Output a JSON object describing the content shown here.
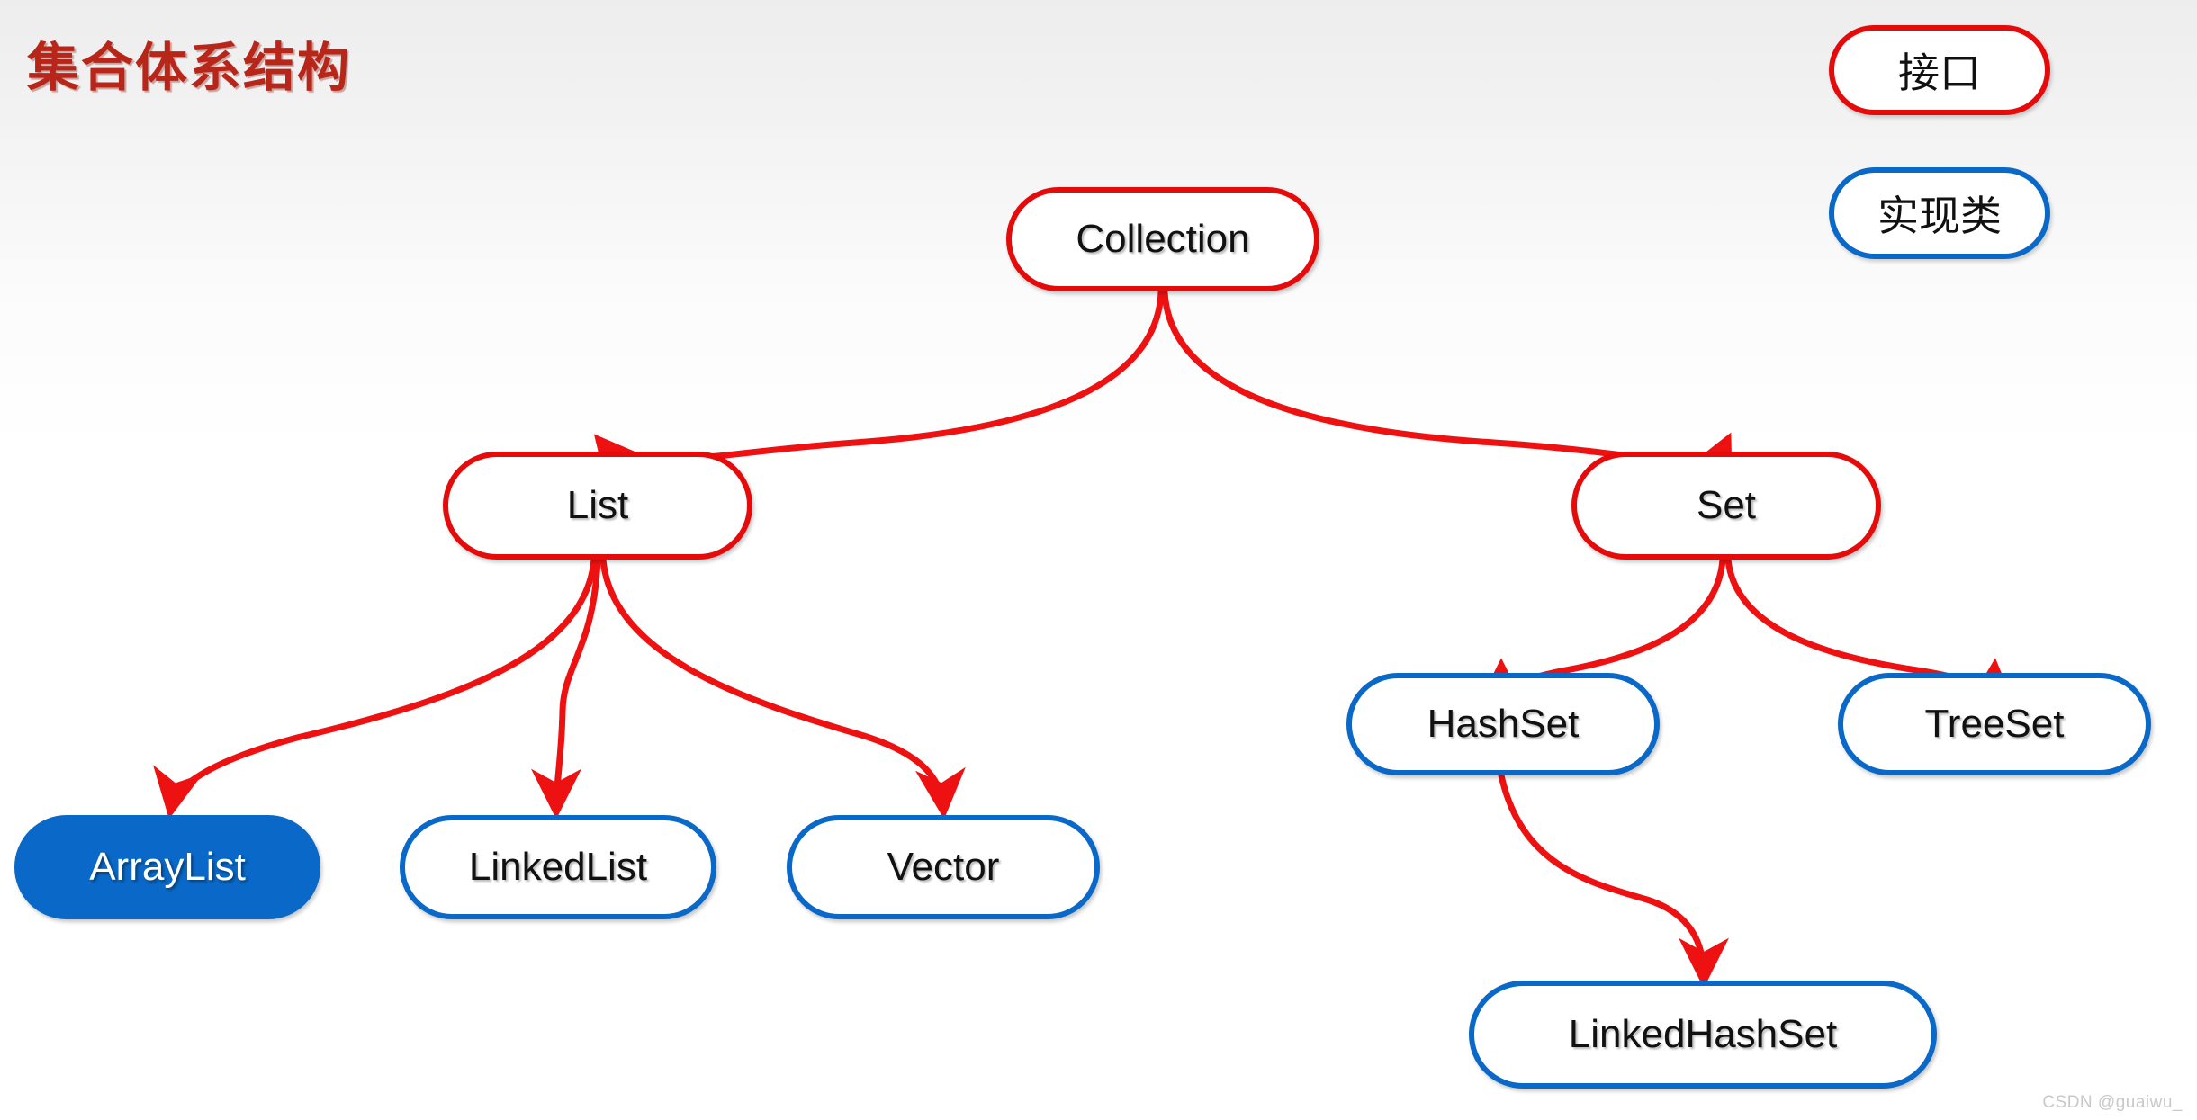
{
  "slide": {
    "title": "集合体系结构",
    "title_color": "#b8261a",
    "watermark": "CSDN @guaiwu_",
    "background": "light gray to white vertical gradient"
  },
  "legend": {
    "items": [
      {
        "label": "接口",
        "kind": "interface",
        "color": "#e50b0b"
      },
      {
        "label": "实现类",
        "kind": "implementation",
        "color": "#0a69c8"
      }
    ]
  },
  "colors": {
    "interface_border": "#e50b0b",
    "implementation_border": "#0a69c8",
    "highlight_fill": "#0a69c8",
    "arrow": "#ee1111",
    "node_text": "#111111",
    "highlight_text": "#ffffff"
  },
  "diagram": {
    "nodes": [
      {
        "id": "collection",
        "label": "Collection",
        "kind": "interface",
        "highlighted": false
      },
      {
        "id": "list",
        "label": "List",
        "kind": "interface",
        "highlighted": false
      },
      {
        "id": "set",
        "label": "Set",
        "kind": "interface",
        "highlighted": false
      },
      {
        "id": "arraylist",
        "label": "ArrayList",
        "kind": "implementation",
        "highlighted": true
      },
      {
        "id": "linkedlist",
        "label": "LinkedList",
        "kind": "implementation",
        "highlighted": false
      },
      {
        "id": "vector",
        "label": "Vector",
        "kind": "implementation",
        "highlighted": false
      },
      {
        "id": "hashset",
        "label": "HashSet",
        "kind": "implementation",
        "highlighted": false
      },
      {
        "id": "treeset",
        "label": "TreeSet",
        "kind": "implementation",
        "highlighted": false
      },
      {
        "id": "linkedhashset",
        "label": "LinkedHashSet",
        "kind": "implementation",
        "highlighted": false
      }
    ],
    "edges": [
      {
        "from": "collection",
        "to": "list"
      },
      {
        "from": "collection",
        "to": "set"
      },
      {
        "from": "list",
        "to": "arraylist"
      },
      {
        "from": "list",
        "to": "linkedlist"
      },
      {
        "from": "list",
        "to": "vector"
      },
      {
        "from": "set",
        "to": "hashset"
      },
      {
        "from": "set",
        "to": "treeset"
      },
      {
        "from": "hashset",
        "to": "linkedhashset"
      }
    ]
  }
}
